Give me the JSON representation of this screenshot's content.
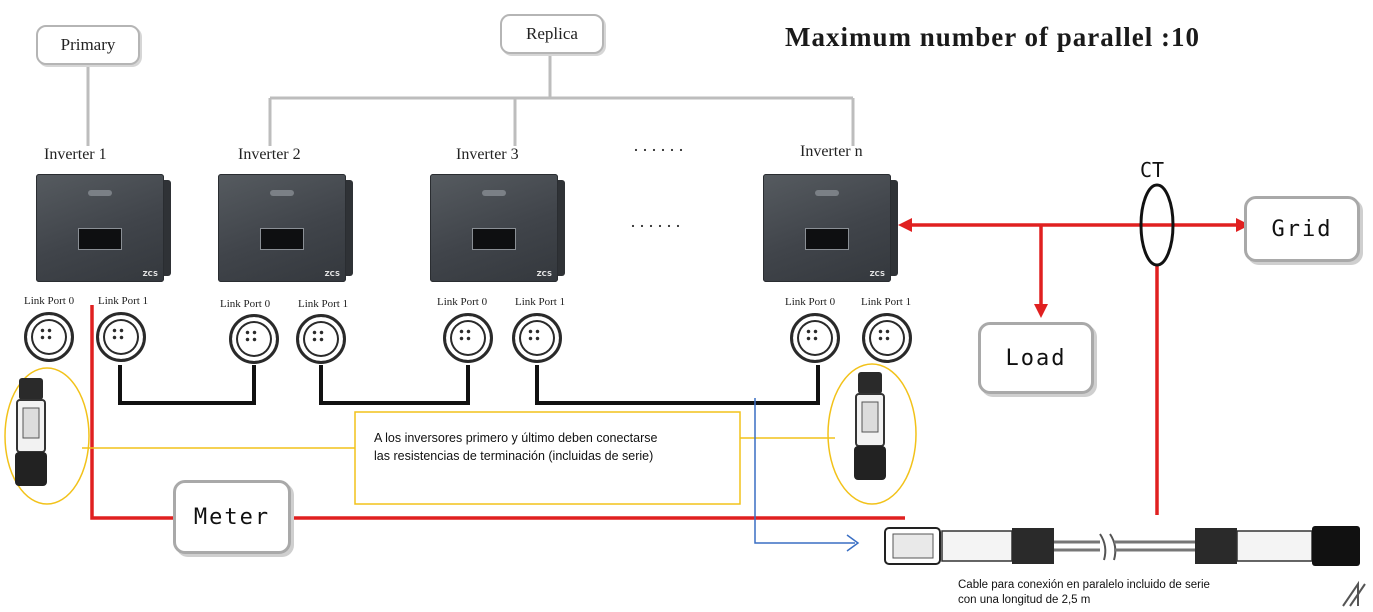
{
  "title": "Maximum number of parallel :10",
  "labels": {
    "primary": "Primary",
    "replica": "Replica",
    "ellipsis": "······",
    "ct": "CT",
    "grid": "Grid",
    "load": "Load",
    "meter": "Meter"
  },
  "inverters": [
    {
      "name": "Inverter 1",
      "port0": "Link Port 0",
      "port1": "Link Port 1"
    },
    {
      "name": "Inverter 2",
      "port0": "Link Port 0",
      "port1": "Link Port 1"
    },
    {
      "name": "Inverter 3",
      "port0": "Link Port 0",
      "port1": "Link Port 1"
    },
    {
      "name": "Inverter n",
      "port0": "Link Port 0",
      "port1": "Link Port 1"
    }
  ],
  "notes": {
    "termination_line1": "A los inversores primero y último deben conectarse",
    "termination_line2": "las resistencias de terminación (incluidas de serie)",
    "cable_line1": "Cable para conexión en paralelo incluido de serie",
    "cable_line2": "con una longitud de 2,5 m"
  },
  "colors": {
    "power_line": "#e02020",
    "comm_line": "#111111",
    "pointer_line": "#3a6fc4",
    "highlight": "#f2c21a",
    "box_border": "#b5b5b5"
  }
}
